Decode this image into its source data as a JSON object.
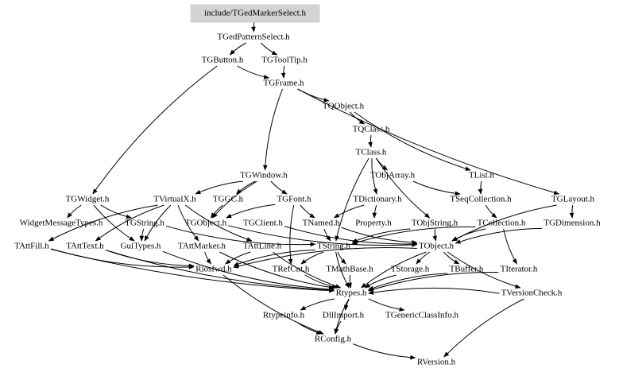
{
  "diagram": {
    "root": "include/TGedMarkerSelect.h",
    "nodes": {
      "root": "include/TGedMarkerSelect.h",
      "TGedPatternSelect": "TGedPatternSelect.h",
      "TGButton": "TGButton.h",
      "TGToolTip": "TGToolTip.h",
      "TGFrame": "TGFrame.h",
      "TQObject": "TQObject.h",
      "TQClass": "TQClass.h",
      "TClass": "TClass.h",
      "TObjArray": "TObjArray.h",
      "TList": "TList.h",
      "TGWindow": "TGWindow.h",
      "TGWidget": "TGWidget.h",
      "TVirtualX": "TVirtualX.h",
      "TGGC": "TGGC.h",
      "TGFont": "TGFont.h",
      "TDictionary": "TDictionary.h",
      "TSeqCollection": "TSeqCollection.h",
      "TGLayout": "TGLayout.h",
      "WidgetMessageTypes": "WidgetMessageTypes.h",
      "TGString": "TGString.h",
      "TGObject": "TGObject.h",
      "TGClient": "TGClient.h",
      "TNamed": "TNamed.h",
      "Property": "Property.h",
      "TObjString": "TObjString.h",
      "TCollection": "TCollection.h",
      "TGDimension": "TGDimension.h",
      "TAttFill": "TAttFill.h",
      "TAttText": "TAttText.h",
      "GuiTypes": "GuiTypes.h",
      "TAttMarker": "TAttMarker.h",
      "TAttLine": "TAttLine.h",
      "TString": "TString.h",
      "TObject": "TObject.h",
      "Riosfwd": "Riosfwd.h",
      "TRefCnt": "TRefCnt.h",
      "TMathBase": "TMathBase.h",
      "TStorage": "TStorage.h",
      "TBuffer": "TBuffer.h",
      "TIterator": "TIterator.h",
      "Rtypes": "Rtypes.h",
      "TVersionCheck": "TVersionCheck.h",
      "Rtypeinfo": "Rtypeinfo.h",
      "DllImport": "DllImport.h",
      "TGenericClassInfo": "TGenericClassInfo.h",
      "RConfig": "RConfig.h",
      "RVersion": "RVersion.h"
    }
  },
  "colors": {
    "root_fill": "#d3d3d3",
    "text": "#000000",
    "edge": "#000000",
    "background": "#ffffff"
  }
}
